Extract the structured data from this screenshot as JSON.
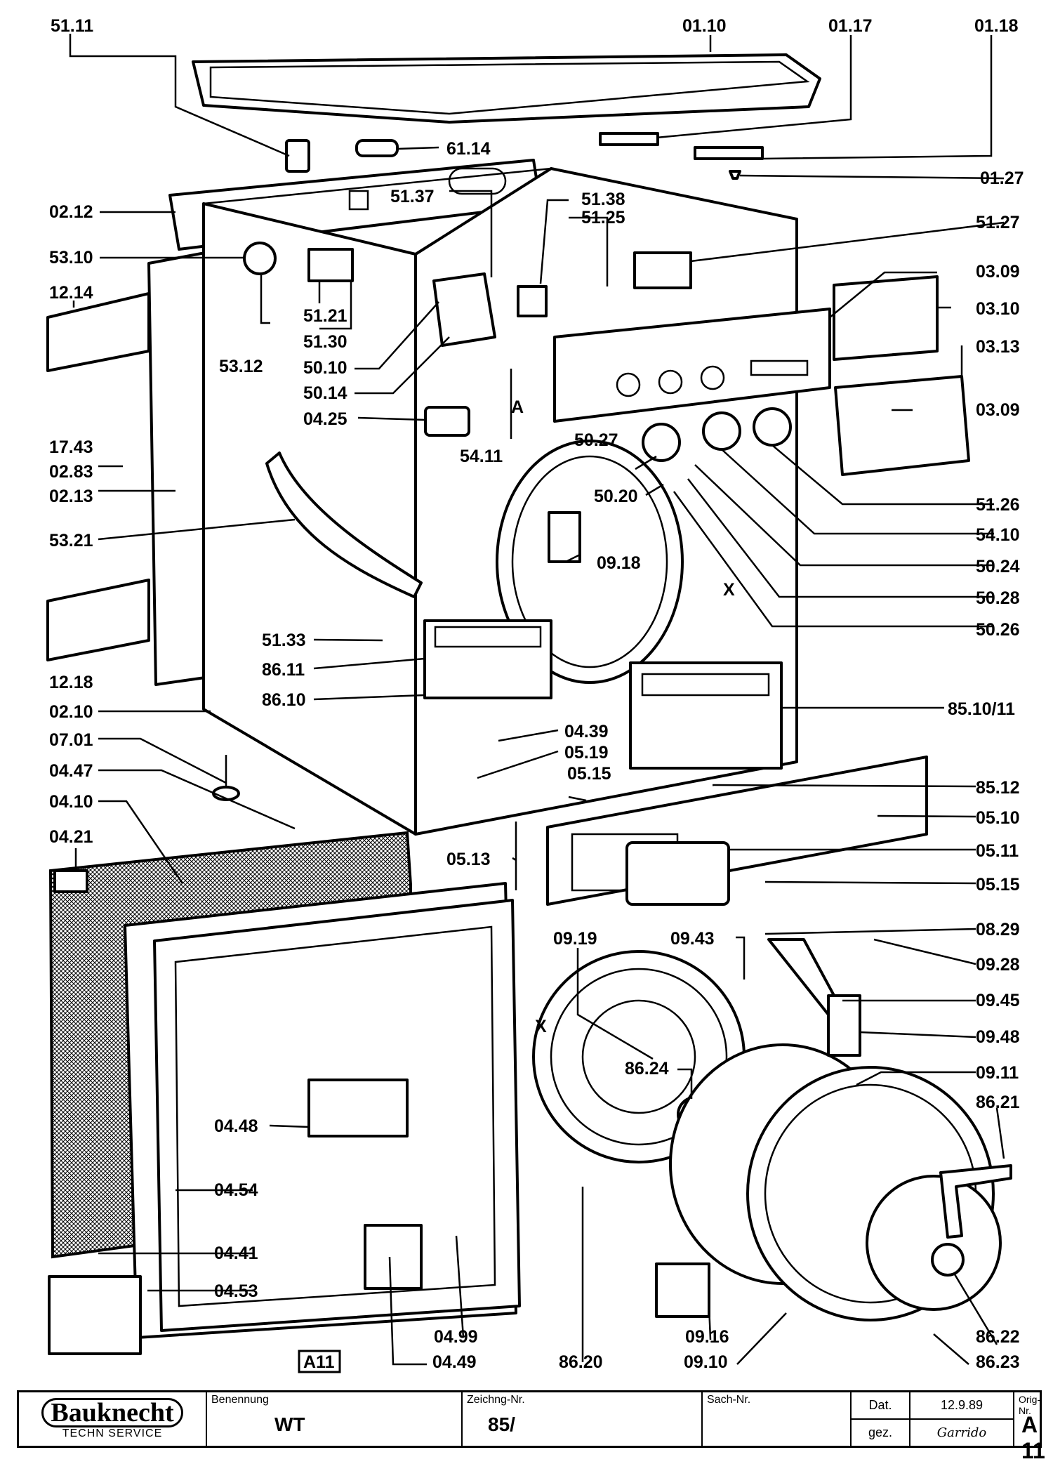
{
  "labels": [
    {
      "id": "51.11",
      "text": "51.11"
    },
    {
      "id": "01.10",
      "text": "01.10"
    },
    {
      "id": "01.17",
      "text": "01.17"
    },
    {
      "id": "01.18",
      "text": "01.18"
    },
    {
      "id": "61.14",
      "text": "61.14"
    },
    {
      "id": "01.27",
      "text": "01.27"
    },
    {
      "id": "02.12",
      "text": "02.12"
    },
    {
      "id": "51.37",
      "text": "51.37"
    },
    {
      "id": "51.38",
      "text": "51.38"
    },
    {
      "id": "51.25",
      "text": "51.25"
    },
    {
      "id": "51.27",
      "text": "51.27"
    },
    {
      "id": "53.10",
      "text": "53.10"
    },
    {
      "id": "03.09a",
      "text": "03.09"
    },
    {
      "id": "12.14",
      "text": "12.14"
    },
    {
      "id": "51.21",
      "text": "51.21"
    },
    {
      "id": "03.10",
      "text": "03.10"
    },
    {
      "id": "51.30",
      "text": "51.30"
    },
    {
      "id": "53.12",
      "text": "53.12"
    },
    {
      "id": "50.10",
      "text": "50.10"
    },
    {
      "id": "03.13",
      "text": "03.13"
    },
    {
      "id": "50.14",
      "text": "50.14"
    },
    {
      "id": "03.09b",
      "text": "03.09"
    },
    {
      "id": "04.25",
      "text": "04.25"
    },
    {
      "id": "A",
      "text": "A"
    },
    {
      "id": "17.43",
      "text": "17.43"
    },
    {
      "id": "54.11",
      "text": "54.11"
    },
    {
      "id": "50.27",
      "text": "50.27"
    },
    {
      "id": "02.83",
      "text": "02.83"
    },
    {
      "id": "02.13",
      "text": "02.13"
    },
    {
      "id": "50.20",
      "text": "50.20"
    },
    {
      "id": "51.26",
      "text": "51.26"
    },
    {
      "id": "54.10",
      "text": "54.10"
    },
    {
      "id": "53.21",
      "text": "53.21"
    },
    {
      "id": "09.18",
      "text": "09.18"
    },
    {
      "id": "50.24",
      "text": "50.24"
    },
    {
      "id": "X1",
      "text": "X"
    },
    {
      "id": "50.28",
      "text": "50.28"
    },
    {
      "id": "50.26",
      "text": "50.26"
    },
    {
      "id": "51.33",
      "text": "51.33"
    },
    {
      "id": "86.11",
      "text": "86.11"
    },
    {
      "id": "12.18",
      "text": "12.18"
    },
    {
      "id": "86.10",
      "text": "86.10"
    },
    {
      "id": "02.10",
      "text": "02.10"
    },
    {
      "id": "85.10/11",
      "text": "85.10/11"
    },
    {
      "id": "07.01",
      "text": "07.01"
    },
    {
      "id": "04.39",
      "text": "04.39"
    },
    {
      "id": "05.19",
      "text": "05.19"
    },
    {
      "id": "04.47",
      "text": "04.47"
    },
    {
      "id": "05.15a",
      "text": "05.15"
    },
    {
      "id": "85.12",
      "text": "85.12"
    },
    {
      "id": "04.10",
      "text": "04.10"
    },
    {
      "id": "05.10",
      "text": "05.10"
    },
    {
      "id": "04.21",
      "text": "04.21"
    },
    {
      "id": "05.13",
      "text": "05.13"
    },
    {
      "id": "05.11",
      "text": "05.11"
    },
    {
      "id": "05.15b",
      "text": "05.15"
    },
    {
      "id": "09.19",
      "text": "09.19"
    },
    {
      "id": "09.43",
      "text": "09.43"
    },
    {
      "id": "08.29",
      "text": "08.29"
    },
    {
      "id": "09.28",
      "text": "09.28"
    },
    {
      "id": "X2",
      "text": "X"
    },
    {
      "id": "09.45",
      "text": "09.45"
    },
    {
      "id": "09.48",
      "text": "09.48"
    },
    {
      "id": "86.24",
      "text": "86.24"
    },
    {
      "id": "09.11",
      "text": "09.11"
    },
    {
      "id": "86.21",
      "text": "86.21"
    },
    {
      "id": "04.48",
      "text": "04.48"
    },
    {
      "id": "04.54",
      "text": "04.54"
    },
    {
      "id": "04.41",
      "text": "04.41"
    },
    {
      "id": "04.53",
      "text": "04.53"
    },
    {
      "id": "04.99",
      "text": "04.99"
    },
    {
      "id": "86.20",
      "text": "86.20"
    },
    {
      "id": "09.16",
      "text": "09.16"
    },
    {
      "id": "86.22",
      "text": "86.22"
    },
    {
      "id": "04.49",
      "text": "04.49"
    },
    {
      "id": "09.10",
      "text": "09.10"
    },
    {
      "id": "86.23",
      "text": "86.23"
    },
    {
      "id": "A11",
      "text": "A11"
    }
  ],
  "title_block": {
    "brand": "Bauknecht",
    "brand_sub": "TECHN SERVICE",
    "benennung_caption": "Benennung",
    "benennung_value": "WT",
    "zeichng_caption": "Zeichng-Nr.",
    "zeichng_value": "85/",
    "sach_caption": "Sach-Nr.",
    "dat_caption": "Dat.",
    "dat_value": "12.9.89",
    "gez_caption": "gez.",
    "gez_value": "Garrido",
    "orig_caption": "Orig-Nr.",
    "orig_value": "A 11"
  }
}
